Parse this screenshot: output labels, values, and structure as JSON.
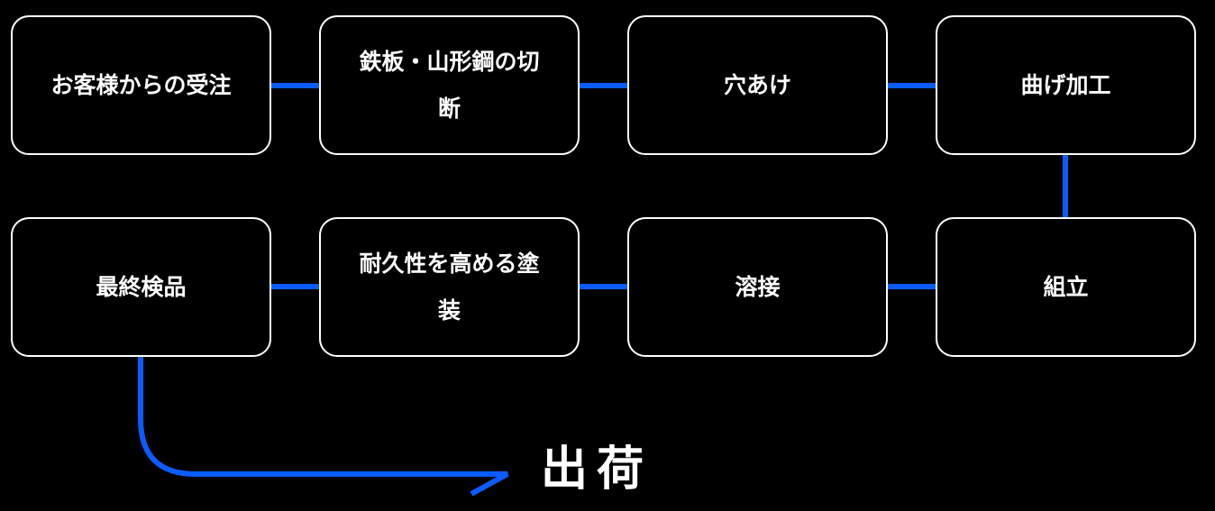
{
  "colors": {
    "background": "#000000",
    "box_border": "#ffffff",
    "text": "#ffffff",
    "connector": "#0a5cff"
  },
  "steps": [
    {
      "label": "お客様からの受注"
    },
    {
      "label": "鉄板・山形鋼の切断"
    },
    {
      "label": "穴あけ"
    },
    {
      "label": "曲げ加工"
    },
    {
      "label": "組立"
    },
    {
      "label": "溶接"
    },
    {
      "label": "耐久性を高める塗装"
    },
    {
      "label": "最終検品"
    }
  ],
  "final": {
    "label": "出荷"
  }
}
